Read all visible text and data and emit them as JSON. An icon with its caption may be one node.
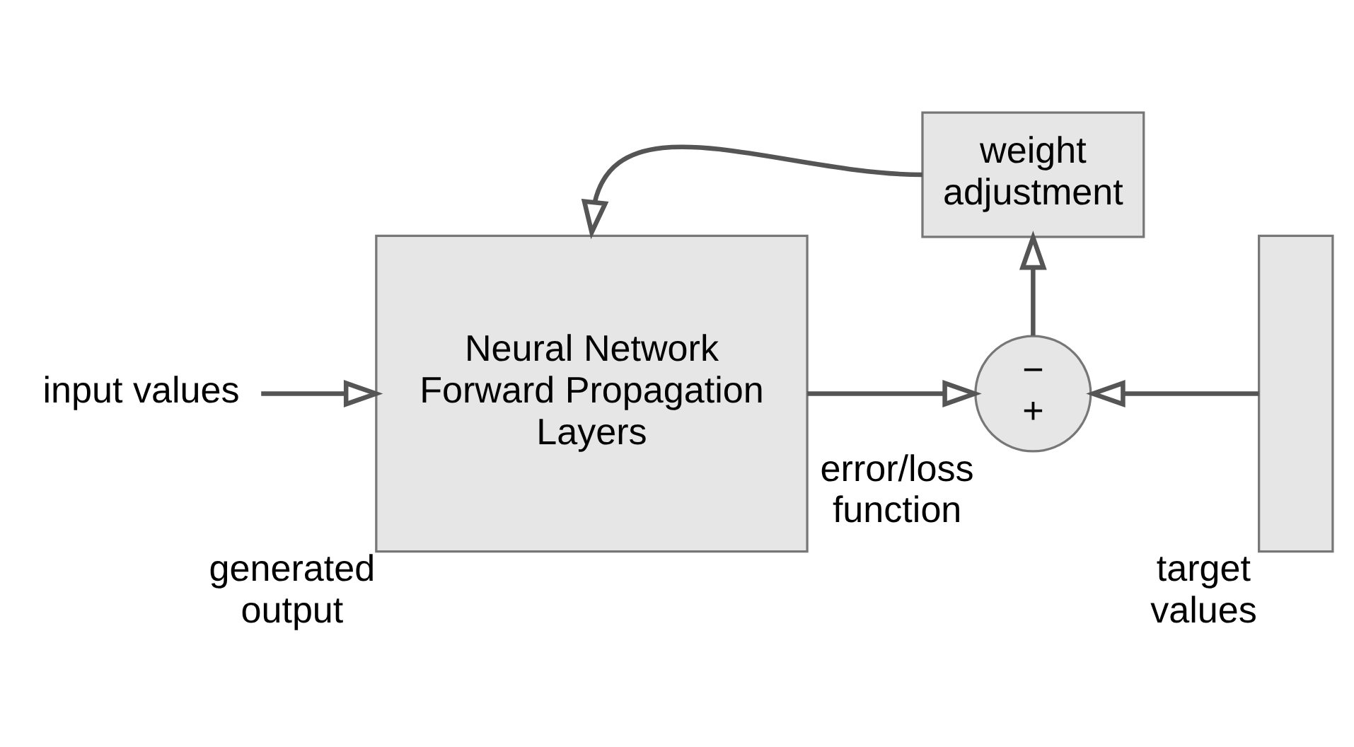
{
  "diagram": {
    "nodes": [
      {
        "text": [
          "input values"
        ]
      },
      {
        "text": [
          "Neural Network Forward Propagation Layers"
        ],
        "beside": [
          "generated output"
        ]
      },
      {
        "text": [
          "−",
          "+"
        ],
        "beside": [
          "error/loss function"
        ]
      },
      {
        "text": [],
        "shape": "bar",
        "beside": [
          "target values"
        ]
      },
      {
        "text": [
          "weight adjustment"
        ]
      }
    ],
    "edges": [
      {
        "from": 0,
        "to": 1,
        "arrow": "to"
      },
      {
        "from": 1,
        "to": 2,
        "arrow": "to"
      },
      {
        "from": 3,
        "to": 2,
        "arrow": "to"
      },
      {
        "from": 2,
        "to": 4,
        "arrow": "to"
      },
      {
        "from": 4,
        "to": 1,
        "arrow": "to"
      }
    ]
  }
}
